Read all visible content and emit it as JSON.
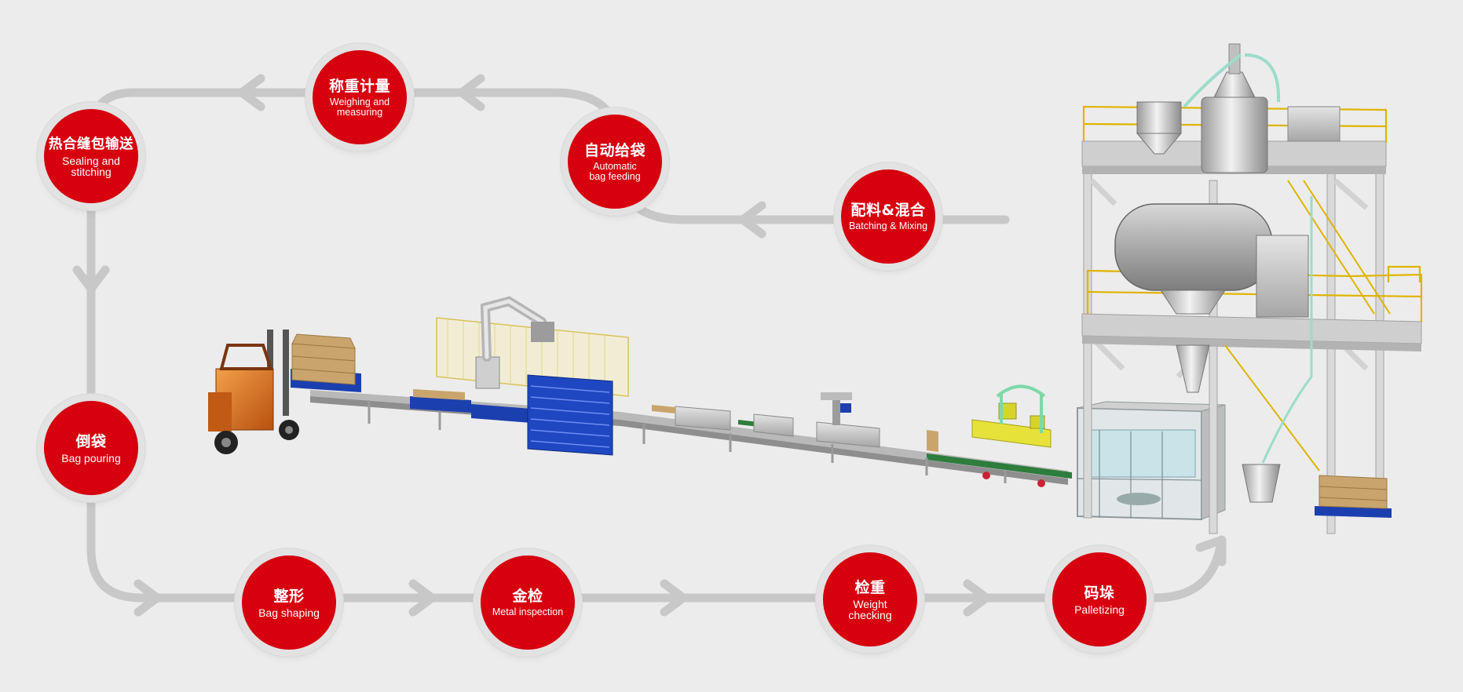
{
  "colors": {
    "background": "#ececec",
    "node": "#d6000f",
    "arrow": "#c8c8c8",
    "frame_yellow": "#e0b400",
    "pallet_blue": "#1c3fb0",
    "forklift": "#d86a1c"
  },
  "steps": [
    {
      "id": "batching",
      "cn": "配料&混合",
      "en": "Batching & Mixing"
    },
    {
      "id": "feeding",
      "cn": "自动给袋",
      "en": "Automatic\nbag feeding"
    },
    {
      "id": "weighing",
      "cn": "称重计量",
      "en": "Weighing and\nmeasuring"
    },
    {
      "id": "sealing",
      "cn": "热合缝包输送",
      "en": "Sealing and\nstitching"
    },
    {
      "id": "pouring",
      "cn": "倒袋",
      "en": "Bag pouring"
    },
    {
      "id": "shaping",
      "cn": "整形",
      "en": "Bag shaping"
    },
    {
      "id": "metal",
      "cn": "金检",
      "en": "Metal inspection"
    },
    {
      "id": "weightcheck",
      "cn": "检重",
      "en": "Weight\nchecking"
    },
    {
      "id": "palletizing",
      "cn": "码垛",
      "en": "Palletizing"
    }
  ],
  "equipment": [
    {
      "id": "mixing-tower",
      "icon": "mixing-tower-icon"
    },
    {
      "id": "packing-machine",
      "icon": "packing-machine-icon"
    },
    {
      "id": "conveyor-line",
      "icon": "conveyor-icon"
    },
    {
      "id": "robot-palletizer",
      "icon": "robot-arm-icon"
    },
    {
      "id": "forklift",
      "icon": "forklift-icon"
    }
  ]
}
